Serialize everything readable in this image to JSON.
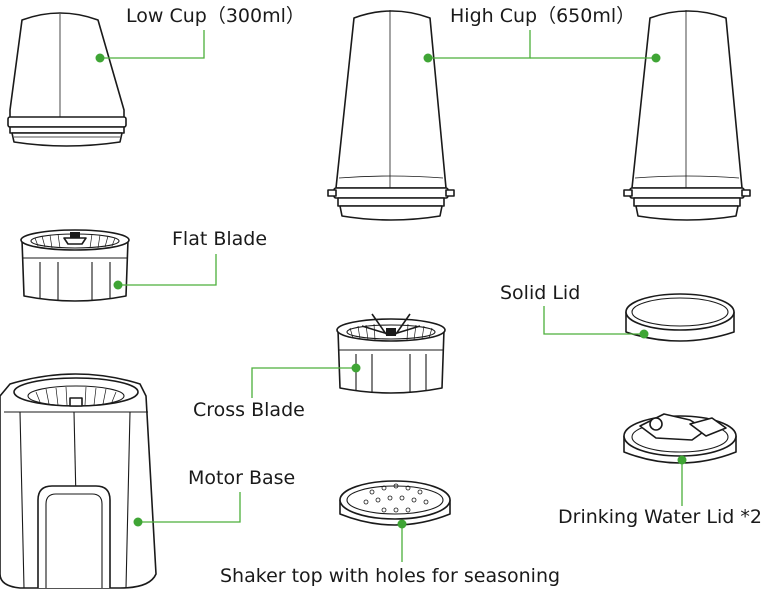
{
  "labels": {
    "low_cup": "Low Cup（300ml）",
    "high_cup": "High Cup（650ml）",
    "flat_blade": "Flat Blade",
    "solid_lid": "Solid Lid",
    "cross_blade": "Cross Blade",
    "motor_base": "Motor Base",
    "drinking_lid": "Drinking Water Lid *2",
    "shaker_top": "Shaker top with holes for seasoning"
  },
  "colors": {
    "leader": "#4caf3a",
    "dot": "#3fa535",
    "outline": "#1a1a1a"
  }
}
